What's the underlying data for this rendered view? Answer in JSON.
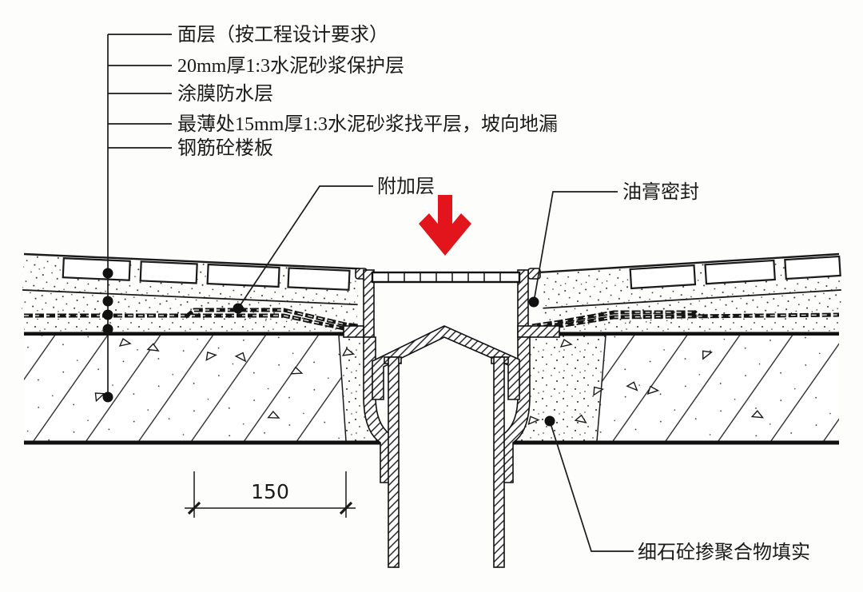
{
  "figure": {
    "callouts": [
      "面层（按工程设计要求）",
      "20mm厚1:3水泥砂浆保护层",
      "涂膜防水层",
      "最薄处15mm厚1:3水泥砂浆找平层，坡向地漏",
      "钢筋砼楼板"
    ],
    "additional_layer_label": "附加层",
    "mastic_seal_label": "油膏密封",
    "backfill_label": "细石砼掺聚合物填实",
    "dimension_label": "150",
    "colors": {
      "ink": "#1a1a1a",
      "arrow_red": "#e1151b",
      "paper": "#ffffff"
    }
  }
}
